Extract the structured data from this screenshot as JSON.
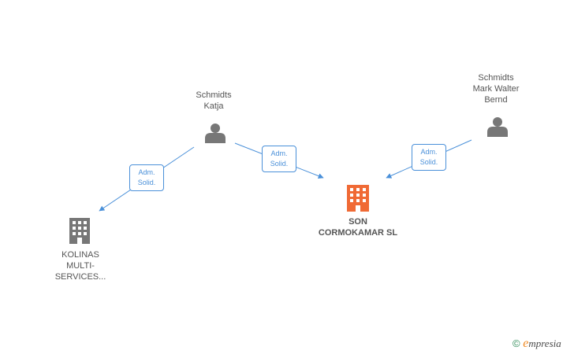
{
  "nodes": {
    "schmidts_katja": {
      "lines": [
        "Schmidts",
        "Katja"
      ],
      "type": "person"
    },
    "schmidts_mark": {
      "lines": [
        "Schmidts",
        "Mark Walter",
        "Bernd"
      ],
      "type": "person"
    },
    "son_cormokamar": {
      "lines": [
        "SON",
        "CORMOKAMAR SL"
      ],
      "type": "company-main"
    },
    "kolinas": {
      "lines": [
        "KOLINAS",
        "MULTI-",
        "SERVICES..."
      ],
      "type": "company"
    }
  },
  "edges": [
    {
      "from": "schmidts_katja",
      "to": "kolinas",
      "label": [
        "Adm.",
        "Solid."
      ]
    },
    {
      "from": "schmidts_katja",
      "to": "son_cormokamar",
      "label": [
        "Adm.",
        "Solid."
      ]
    },
    {
      "from": "schmidts_mark",
      "to": "son_cormokamar",
      "label": [
        "Adm.",
        "Solid."
      ]
    }
  ],
  "colors": {
    "edge": "#4a90d9",
    "person_icon": "#777777",
    "company_icon": "#777777",
    "main_company_icon": "#f06a35"
  },
  "icons": {
    "person": "person-icon",
    "company": "building-icon"
  },
  "footer": {
    "copyright_symbol": "©",
    "brand_initial": "e",
    "brand_rest": "mpresia"
  }
}
